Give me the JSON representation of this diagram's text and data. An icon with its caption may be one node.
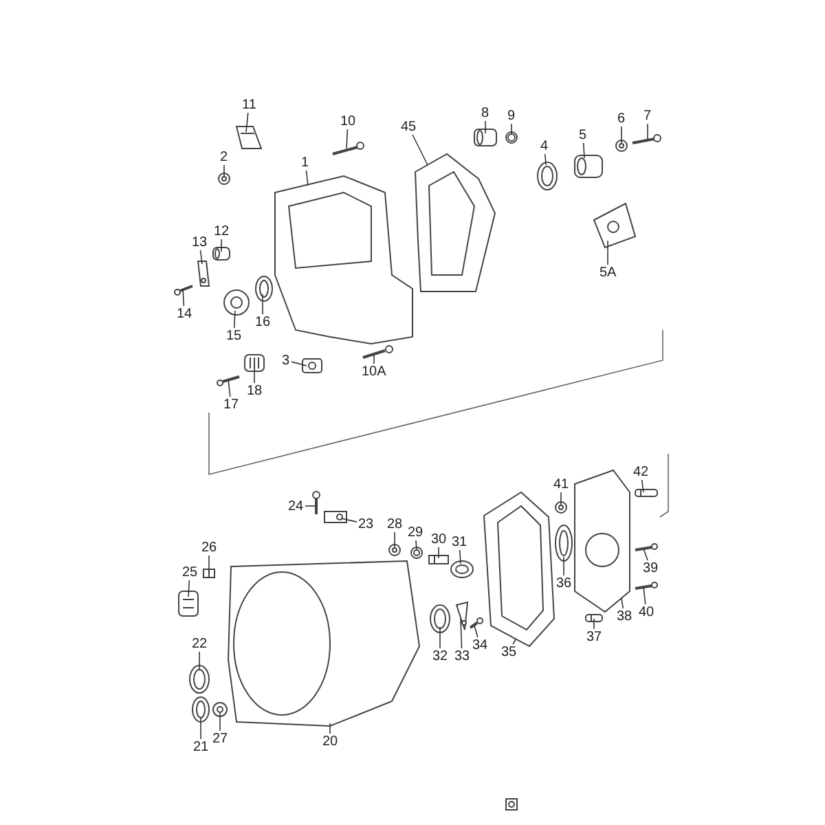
{
  "diagram": {
    "nodes": [
      {
        "text": [
          "11"
        ]
      },
      {
        "text": [
          "10"
        ]
      },
      {
        "text": [
          "2"
        ]
      },
      {
        "text": [
          "1"
        ]
      },
      {
        "text": [
          "45"
        ]
      },
      {
        "text": [
          "8"
        ]
      },
      {
        "text": [
          "9"
        ]
      },
      {
        "text": [
          "4"
        ]
      },
      {
        "text": [
          "5"
        ]
      },
      {
        "text": [
          "6"
        ]
      },
      {
        "text": [
          "7"
        ]
      },
      {
        "text": [
          "12"
        ]
      },
      {
        "text": [
          "13"
        ]
      },
      {
        "text": [
          "14"
        ]
      },
      {
        "text": [
          "15"
        ]
      },
      {
        "text": [
          "16"
        ]
      },
      {
        "text": [
          "3"
        ]
      },
      {
        "text": [
          "10A"
        ]
      },
      {
        "text": [
          "18"
        ]
      },
      {
        "text": [
          "17"
        ]
      },
      {
        "text": [
          "5A"
        ]
      },
      {
        "text": [
          "24"
        ]
      },
      {
        "text": [
          "23"
        ]
      },
      {
        "text": [
          "28"
        ]
      },
      {
        "text": [
          "29"
        ]
      },
      {
        "text": [
          "30"
        ]
      },
      {
        "text": [
          "26"
        ]
      },
      {
        "text": [
          "25"
        ]
      },
      {
        "text": [
          "31"
        ]
      },
      {
        "text": [
          "41"
        ]
      },
      {
        "text": [
          "42"
        ]
      },
      {
        "text": [
          "39"
        ]
      },
      {
        "text": [
          "40"
        ]
      },
      {
        "text": [
          "36"
        ]
      },
      {
        "text": [
          "37"
        ]
      },
      {
        "text": [
          "38"
        ]
      },
      {
        "text": [
          "22"
        ]
      },
      {
        "text": [
          "32"
        ]
      },
      {
        "text": [
          "33"
        ]
      },
      {
        "text": [
          "34"
        ]
      },
      {
        "text": [
          "35"
        ]
      },
      {
        "text": [
          "21"
        ]
      },
      {
        "text": [
          "27"
        ]
      },
      {
        "text": [
          "20"
        ]
      },
      {
        "text": [],
        "shape": "picture"
      },
      {
        "text": [],
        "shape": "picture"
      },
      {
        "text": [],
        "shape": "picture"
      },
      {
        "text": [],
        "shape": "picture"
      },
      {
        "text": [],
        "shape": "picture"
      },
      {
        "text": [],
        "shape": "picture"
      },
      {
        "text": [],
        "shape": "picture"
      },
      {
        "text": [],
        "shape": "picture"
      },
      {
        "text": [],
        "shape": "picture"
      },
      {
        "text": [],
        "shape": "picture"
      },
      {
        "text": [],
        "shape": "picture"
      },
      {
        "text": [],
        "shape": "picture"
      },
      {
        "text": [],
        "shape": "picture"
      },
      {
        "text": [],
        "shape": "picture"
      },
      {
        "text": [],
        "shape": "picture"
      },
      {
        "text": [],
        "shape": "picture"
      },
      {
        "text": [],
        "shape": "picture"
      },
      {
        "text": [],
        "shape": "picture"
      },
      {
        "text": [],
        "shape": "picture"
      },
      {
        "text": [],
        "shape": "picture"
      },
      {
        "text": [],
        "shape": "picture"
      },
      {
        "text": [],
        "shape": "picture"
      },
      {
        "text": [],
        "shape": "picture"
      },
      {
        "text": [],
        "shape": "picture"
      },
      {
        "text": [],
        "shape": "picture"
      },
      {
        "text": [],
        "shape": "picture"
      },
      {
        "text": [],
        "shape": "picture"
      },
      {
        "text": [],
        "shape": "picture"
      },
      {
        "text": [],
        "shape": "picture"
      },
      {
        "text": [],
        "shape": "picture"
      },
      {
        "text": [],
        "shape": "picture"
      },
      {
        "text": [],
        "shape": "picture"
      },
      {
        "text": [],
        "shape": "picture"
      },
      {
        "text": [],
        "shape": "picture"
      },
      {
        "text": [],
        "shape": "picture"
      },
      {
        "text": [],
        "shape": "picture"
      },
      {
        "text": [],
        "shape": "picture"
      },
      {
        "text": [],
        "shape": "picture"
      },
      {
        "text": [],
        "shape": "picture"
      },
      {
        "text": [],
        "shape": "picture"
      },
      {
        "text": [],
        "shape": "picture"
      },
      {
        "text": [],
        "shape": "picture"
      },
      {
        "text": [],
        "shape": "picture"
      },
      {
        "text": [],
        "shape": "picture"
      },
      {
        "text": [],
        "shape": "picture"
      }
    ],
    "edges": [
      {
        "from": 0,
        "to": 44,
        "arrow": "none"
      },
      {
        "from": 1,
        "to": 45,
        "arrow": "none"
      },
      {
        "from": 2,
        "to": 46,
        "arrow": "none"
      },
      {
        "from": 3,
        "to": 47,
        "arrow": "none"
      },
      {
        "from": 4,
        "to": 48,
        "arrow": "none"
      },
      {
        "from": 5,
        "to": 49,
        "arrow": "none"
      },
      {
        "from": 6,
        "to": 50,
        "arrow": "none"
      },
      {
        "from": 7,
        "to": 51,
        "arrow": "none"
      },
      {
        "from": 8,
        "to": 52,
        "arrow": "none"
      },
      {
        "from": 9,
        "to": 53,
        "arrow": "none"
      },
      {
        "from": 10,
        "to": 54,
        "arrow": "none"
      },
      {
        "from": 11,
        "to": 55,
        "arrow": "none"
      },
      {
        "from": 12,
        "to": 56,
        "arrow": "none"
      },
      {
        "from": 13,
        "to": 57,
        "arrow": "none"
      },
      {
        "from": 14,
        "to": 58,
        "arrow": "none"
      },
      {
        "from": 15,
        "to": 59,
        "arrow": "none"
      },
      {
        "from": 16,
        "to": 60,
        "arrow": "none"
      },
      {
        "from": 17,
        "to": 61,
        "arrow": "none"
      },
      {
        "from": 18,
        "to": 62,
        "arrow": "none"
      },
      {
        "from": 19,
        "to": 63,
        "arrow": "none"
      },
      {
        "from": 20,
        "to": 64,
        "arrow": "none"
      },
      {
        "from": 21,
        "to": 65,
        "arrow": "none"
      },
      {
        "from": 22,
        "to": 66,
        "arrow": "none"
      },
      {
        "from": 23,
        "to": 67,
        "arrow": "none"
      },
      {
        "from": 24,
        "to": 68,
        "arrow": "none"
      },
      {
        "from": 25,
        "to": 69,
        "arrow": "none"
      },
      {
        "from": 26,
        "to": 70,
        "arrow": "none"
      },
      {
        "from": 27,
        "to": 71,
        "arrow": "none"
      },
      {
        "from": 28,
        "to": 72,
        "arrow": "none"
      },
      {
        "from": 29,
        "to": 73,
        "arrow": "none"
      },
      {
        "from": 30,
        "to": 74,
        "arrow": "none"
      },
      {
        "from": 31,
        "to": 75,
        "arrow": "none"
      },
      {
        "from": 32,
        "to": 76,
        "arrow": "none"
      },
      {
        "from": 33,
        "to": 77,
        "arrow": "none"
      },
      {
        "from": 34,
        "to": 78,
        "arrow": "none"
      },
      {
        "from": 35,
        "to": 79,
        "arrow": "none"
      },
      {
        "from": 36,
        "to": 80,
        "arrow": "none"
      },
      {
        "from": 37,
        "to": 81,
        "arrow": "none"
      },
      {
        "from": 38,
        "to": 82,
        "arrow": "none"
      },
      {
        "from": 39,
        "to": 83,
        "arrow": "none"
      },
      {
        "from": 40,
        "to": 84,
        "arrow": "none"
      },
      {
        "from": 41,
        "to": 85,
        "arrow": "none"
      },
      {
        "from": 42,
        "to": 86,
        "arrow": "none"
      },
      {
        "from": 43,
        "to": 87,
        "arrow": "none"
      }
    ]
  }
}
